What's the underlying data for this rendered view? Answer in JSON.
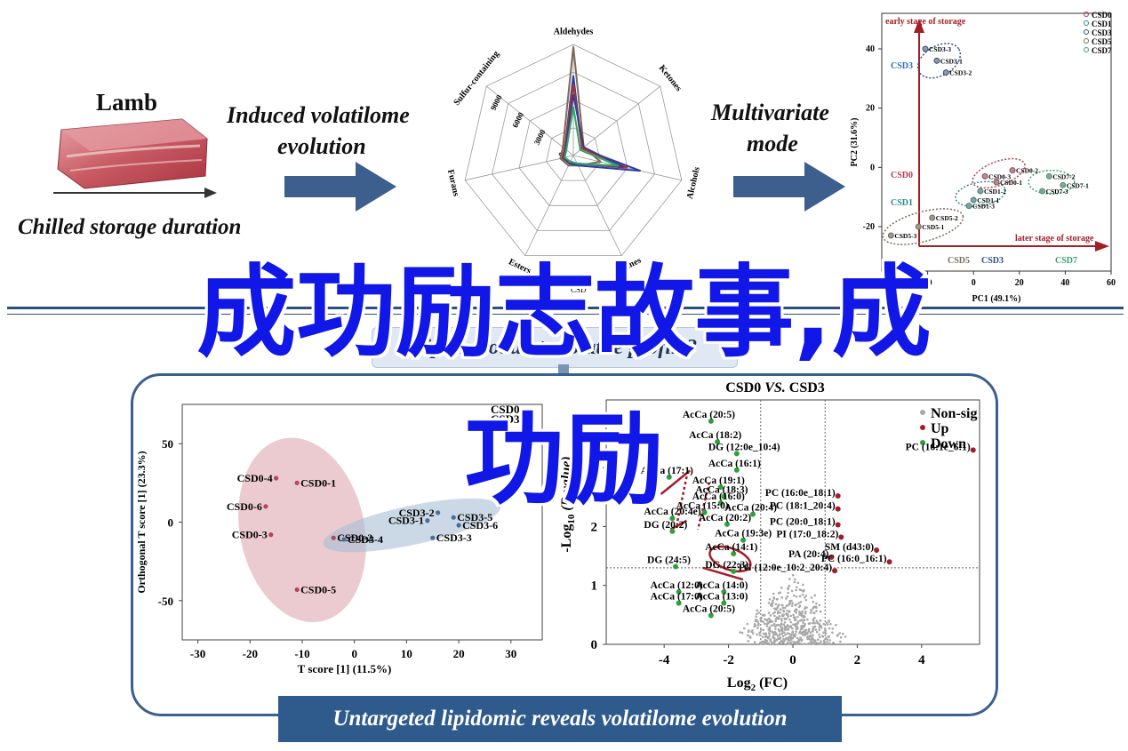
{
  "lamb": {
    "title": "Lamb",
    "caption": "Chilled storage duration"
  },
  "step1": {
    "line1": "Induced volatilome",
    "line2": "evolution"
  },
  "step2": {
    "line1": "Multivariate",
    "line2": "mode"
  },
  "radar": {
    "axes": [
      "Aldehydes",
      "Ketones",
      "Alcohols",
      "Alkanes",
      "Esters",
      "Furans",
      "Sulfur-containing"
    ],
    "ticks": [
      "0",
      "3000",
      "6000",
      "9000"
    ],
    "series": [
      {
        "color": "#7a6a58",
        "values": [
          0.98,
          0.12,
          0.25,
          0.1,
          0.1,
          0.12,
          0.12
        ]
      },
      {
        "color": "#2b3fa8",
        "values": [
          0.72,
          0.1,
          0.62,
          0.1,
          0.08,
          0.1,
          0.1
        ]
      },
      {
        "color": "#b3322e",
        "values": [
          0.64,
          0.1,
          0.5,
          0.08,
          0.08,
          0.1,
          0.1
        ]
      },
      {
        "color": "#3b3b8c",
        "values": [
          0.55,
          0.12,
          0.46,
          0.08,
          0.08,
          0.09,
          0.09
        ]
      },
      {
        "color": "#2ea56a",
        "values": [
          0.44,
          0.08,
          0.42,
          0.08,
          0.06,
          0.08,
          0.08
        ]
      }
    ],
    "legend": [
      "CSD",
      "CSD"
    ]
  },
  "pca": {
    "xlabel": "PC1 (49.1%)",
    "ylabel": "PC2 (31.6%)",
    "xticks": [
      "20",
      "0",
      "20",
      "40",
      "60"
    ],
    "yticks": [
      "40",
      "20",
      "0",
      "-20"
    ],
    "early": "early stage of storage",
    "late": "later stage of storage",
    "legend": [
      "CSD0",
      "CSD1",
      "CSD3",
      "CSD5",
      "CSD7"
    ],
    "group_labels": {
      "csd3": "CSD3",
      "csd0": "CSD0",
      "csd1": "CSD1",
      "csd5": "CSD5",
      "csd3b": "CSD3",
      "csd7": "CSD7"
    },
    "points": [
      {
        "name": "CSD3-3",
        "x": -21,
        "y": 40,
        "color": "#2d4f87"
      },
      {
        "name": "CSD3-1",
        "x": -16,
        "y": 36,
        "color": "#2d4f87"
      },
      {
        "name": "CSD3-2",
        "x": -12,
        "y": 32,
        "color": "#2d4f87"
      },
      {
        "name": "CSD0-3",
        "x": 5,
        "y": -3,
        "color": "#b33a4a"
      },
      {
        "name": "CSD0-2",
        "x": 17,
        "y": -1,
        "color": "#b33a4a"
      },
      {
        "name": "CSD0-1",
        "x": 10,
        "y": -5,
        "color": "#b33a4a"
      },
      {
        "name": "CSD1-2",
        "x": 3,
        "y": -8,
        "color": "#2b8a8a"
      },
      {
        "name": "CSD1-1",
        "x": 0,
        "y": -11,
        "color": "#2b8a8a"
      },
      {
        "name": "CSD1-3",
        "x": -2,
        "y": -13,
        "color": "#2b8a8a"
      },
      {
        "name": "CSD7-2",
        "x": 33,
        "y": -3,
        "color": "#2ea56a"
      },
      {
        "name": "CSD7-1",
        "x": 39,
        "y": -6,
        "color": "#2ea56a"
      },
      {
        "name": "CSD7-3",
        "x": 30,
        "y": -8,
        "color": "#2ea56a"
      },
      {
        "name": "CSD5-2",
        "x": -18,
        "y": -17,
        "color": "#7a6a58"
      },
      {
        "name": "CSD5-1",
        "x": -24,
        "y": -20,
        "color": "#7a6a58"
      },
      {
        "name": "CSD5-3",
        "x": -36,
        "y": -23,
        "color": "#7a6a58"
      }
    ]
  },
  "headline": {
    "line1": "成功励志故事,成",
    "line2": "功励"
  },
  "subtitle": "Lipids modulate volatile profile?",
  "opls": {
    "xlabel": "T score [1] (11.5%)",
    "ylabel": "Orthogonal T score [1] (23.3%)",
    "xticks": [
      "-30",
      "-20",
      "-10",
      "0",
      "10",
      "20",
      "30"
    ],
    "yticks": [
      "50",
      "0",
      "-50"
    ],
    "legend": [
      "CSD0",
      "CSD3"
    ],
    "points": [
      {
        "name": "CSD0-4",
        "x": -15,
        "y": 28,
        "color": "#b0485a"
      },
      {
        "name": "CSD0-1",
        "x": -11,
        "y": 25,
        "color": "#b0485a"
      },
      {
        "name": "CSD0-6",
        "x": -17,
        "y": 10,
        "color": "#b0485a"
      },
      {
        "name": "CSD0-3",
        "x": -16,
        "y": -8,
        "color": "#b0485a"
      },
      {
        "name": "CSD0-2",
        "x": -4,
        "y": -10,
        "color": "#b0485a"
      },
      {
        "name": "CSD0-5",
        "x": -11,
        "y": -43,
        "color": "#b0485a"
      },
      {
        "name": "CSD3-2",
        "x": 16,
        "y": 6,
        "color": "#4a6e9c"
      },
      {
        "name": "CSD3-1",
        "x": 14,
        "y": 1,
        "color": "#4a6e9c"
      },
      {
        "name": "CSD3-5",
        "x": 19,
        "y": 3,
        "color": "#4a6e9c"
      },
      {
        "name": "CSD3-6",
        "x": 20,
        "y": -2,
        "color": "#4a6e9c"
      },
      {
        "name": "CSD3-4",
        "x": -2,
        "y": -11,
        "color": "#4a6e9c"
      },
      {
        "name": "CSD3-3",
        "x": 15,
        "y": -10,
        "color": "#4a6e9c"
      }
    ]
  },
  "volcano": {
    "title_a": "CSD0",
    "title_vs": "VS.",
    "title_b": "CSD3",
    "xlabel": "Log",
    "xlabel_sub": "2",
    "xlabel_tail": " (FC)",
    "ylabel": "-Log",
    "ylabel_sub": "10",
    "ylabel_tail": " (P-value)",
    "xticks": [
      "-4",
      "-2",
      "0",
      "2",
      "4"
    ],
    "yticks": [
      "0",
      "1",
      "2",
      "3"
    ],
    "legend": [
      "Non-sig",
      "Up",
      "Down"
    ],
    "labels": [
      {
        "t": "AcCa (20:5)",
        "x": -2.6,
        "y": 3.85,
        "c": "d"
      },
      {
        "t": "AcCa (18:2)",
        "x": -2.4,
        "y": 3.5,
        "c": "d"
      },
      {
        "t": "DG (12:0e_10:4)",
        "x": -1.8,
        "y": 3.3,
        "c": "d"
      },
      {
        "t": "AcCa (16:1)",
        "x": -1.8,
        "y": 3.02,
        "c": "d"
      },
      {
        "t": "AcCa (17:1)",
        "x": -3.9,
        "y": 2.9,
        "c": "d"
      },
      {
        "t": "AcCa (19:1)",
        "x": -2.3,
        "y": 2.73,
        "c": "d"
      },
      {
        "t": "AcCa (18:3)",
        "x": -2.2,
        "y": 2.57,
        "c": "d"
      },
      {
        "t": "AcCa (16:0)",
        "x": -2.3,
        "y": 2.46,
        "c": "d"
      },
      {
        "t": "AcCa (15:0)",
        "x": -2.8,
        "y": 2.3,
        "c": "d"
      },
      {
        "t": "AcCa (20:4)",
        "x": -1.3,
        "y": 2.27,
        "c": "d"
      },
      {
        "t": "AcCa (20:4e)",
        "x": -3.8,
        "y": 2.2,
        "c": "d"
      },
      {
        "t": "AcCa (20:2)",
        "x": -2.1,
        "y": 2.1,
        "c": "d"
      },
      {
        "t": "DG (20:2)",
        "x": -3.8,
        "y": 1.98,
        "c": "d"
      },
      {
        "t": "AcCa (19:3e)",
        "x": -1.6,
        "y": 1.83,
        "c": "d"
      },
      {
        "t": "AcCa (14:1)",
        "x": -1.9,
        "y": 1.6,
        "c": "d"
      },
      {
        "t": "DG (24:5)",
        "x": -3.7,
        "y": 1.38,
        "c": "d"
      },
      {
        "t": "DG (22:3)",
        "x": -1.9,
        "y": 1.3,
        "c": "d"
      },
      {
        "t": "AcCa (12:0)",
        "x": -3.6,
        "y": 0.95,
        "c": "d"
      },
      {
        "t": "AcCa (14:0)",
        "x": -2.2,
        "y": 0.95,
        "c": "d"
      },
      {
        "t": "AcCa (17:0)",
        "x": -3.6,
        "y": 0.76,
        "c": "d"
      },
      {
        "t": "AcCa (13:0)",
        "x": -2.2,
        "y": 0.76,
        "c": "d"
      },
      {
        "t": "AcCa (20:5)",
        "x": -2.6,
        "y": 0.55,
        "c": "d"
      },
      {
        "t": "PC (16:1e_6:1)",
        "x": 5.6,
        "y": 3.3,
        "c": "u"
      },
      {
        "t": "PC (16:0e_18:1)",
        "x": 1.4,
        "y": 2.52,
        "c": "u"
      },
      {
        "t": "PC (18:1_20:4)",
        "x": 1.4,
        "y": 2.3,
        "c": "u"
      },
      {
        "t": "PC (20:0_18:1)",
        "x": 1.4,
        "y": 2.03,
        "c": "u"
      },
      {
        "t": "PI (17:0_18:2)",
        "x": 1.5,
        "y": 1.82,
        "c": "u"
      },
      {
        "t": "SM (d43:0)",
        "x": 2.6,
        "y": 1.6,
        "c": "u"
      },
      {
        "t": "PA (20:4)",
        "x": 1.2,
        "y": 1.48,
        "c": "u"
      },
      {
        "t": "PC (16:0_16:1)",
        "x": 3.0,
        "y": 1.4,
        "c": "u"
      },
      {
        "t": "TG (12:0e_10:2_20:4)",
        "x": 1.3,
        "y": 1.25,
        "c": "u"
      }
    ]
  },
  "banner": "Untargeted lipidomic reveals volatilome evolution"
}
